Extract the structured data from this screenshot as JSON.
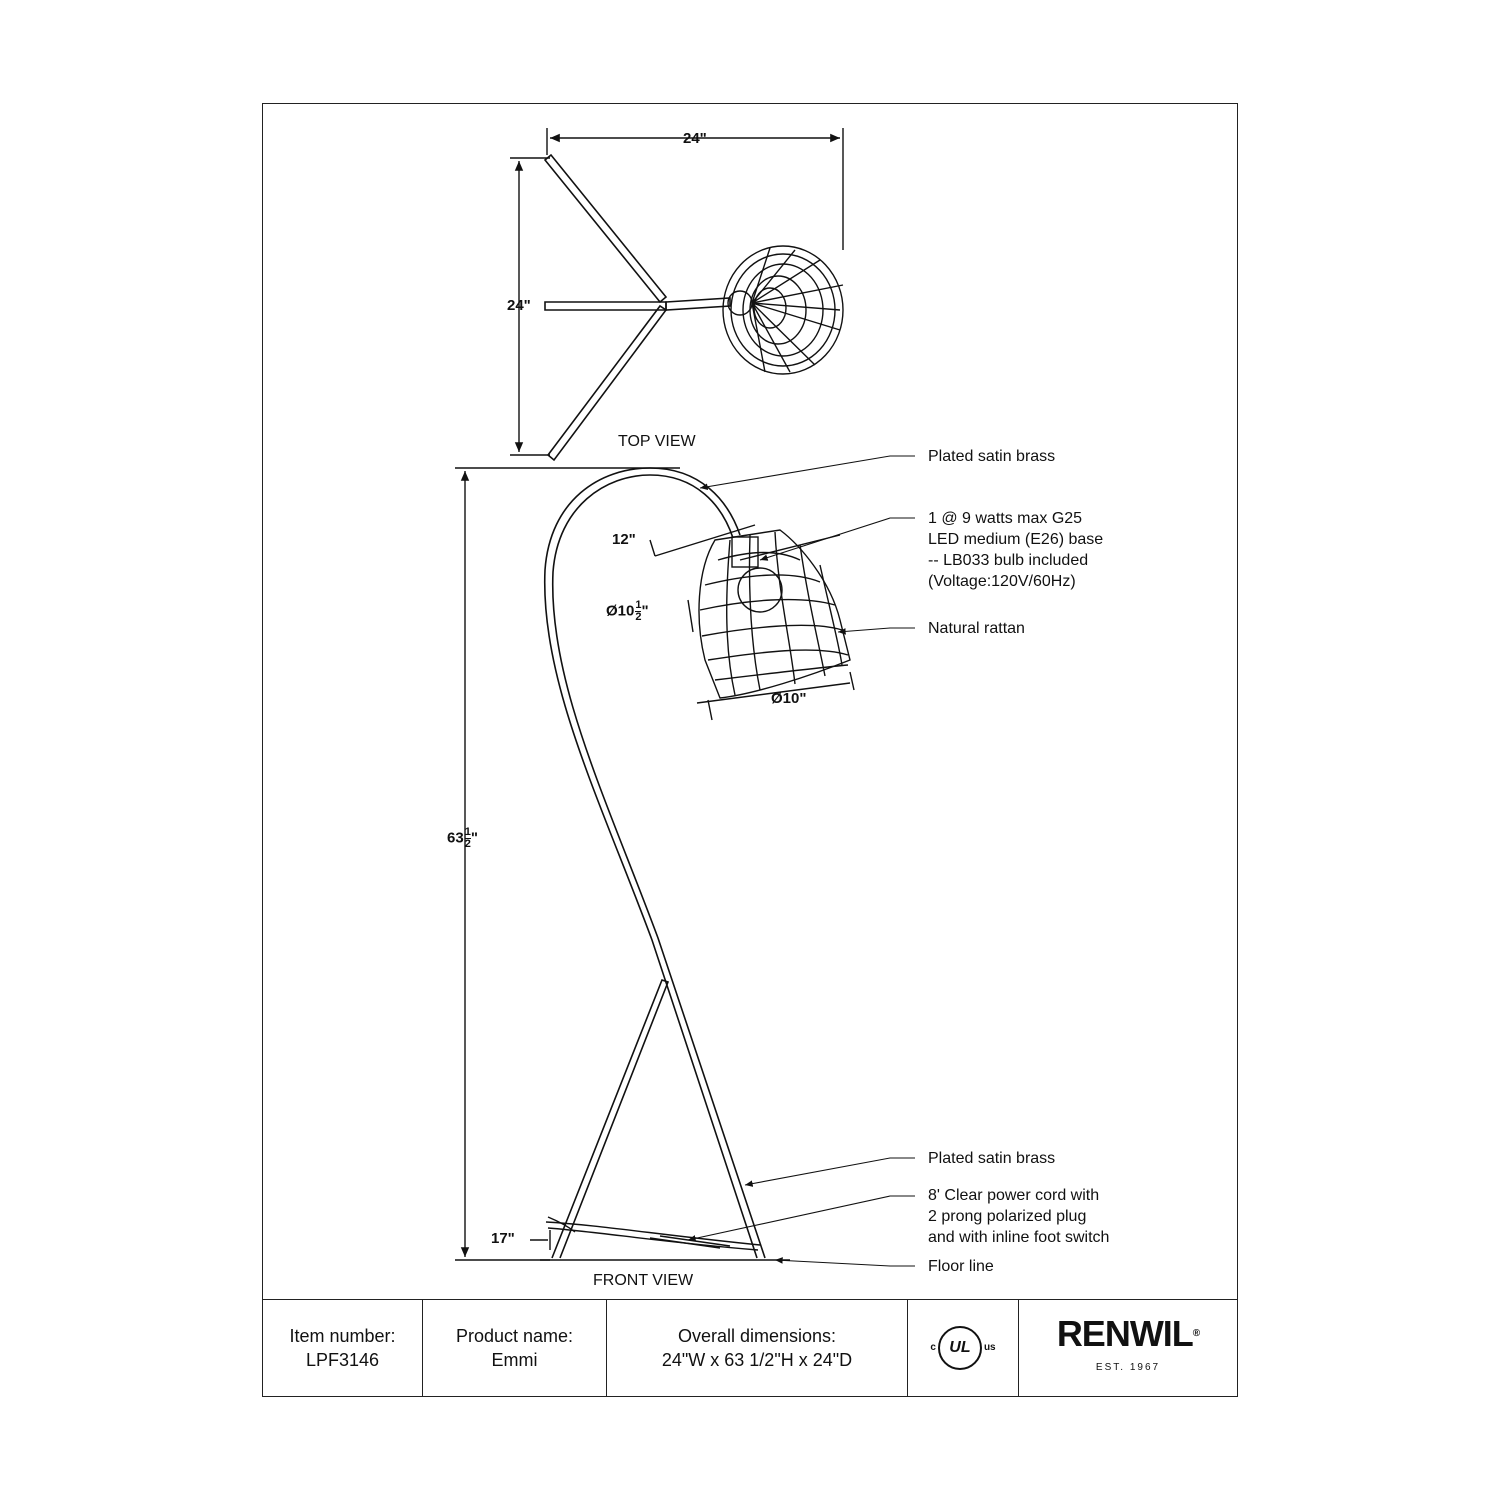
{
  "top_view": {
    "title": "TOP VIEW",
    "width_dim": "24\"",
    "depth_dim": "24\""
  },
  "front_view": {
    "title": "FRONT VIEW",
    "height_dim_whole": "63",
    "height_dim_num": "1",
    "height_dim_den": "2",
    "height_dim_unit": "\"",
    "arm_dim": "12\"",
    "shade_dia_top_whole": "Ø10",
    "shade_dia_top_num": "1",
    "shade_dia_top_den": "2",
    "shade_dia_top_unit": "\"",
    "shade_dia_bottom": "Ø10\"",
    "base_dim": "17\""
  },
  "callouts": {
    "arm_finish": "Plated satin brass",
    "bulb_line1": "1 @ 9 watts max G25",
    "bulb_line2": "LED medium (E26) base",
    "bulb_line3": "-- LB033 bulb included",
    "bulb_line4": "(Voltage:120V/60Hz)",
    "shade_material": "Natural rattan",
    "leg_finish": "Plated satin brass",
    "cord_line1": "8' Clear power cord with",
    "cord_line2": "2 prong polarized plug",
    "cord_line3": "and with inline foot switch",
    "floor": "Floor line"
  },
  "title_block": {
    "item_label": "Item number:",
    "item_value": "LPF3146",
    "product_label": "Product name:",
    "product_value": "Emmi",
    "dims_label": "Overall dimensions:",
    "dims_value": "24\"W x 63 1/2\"H x 24\"D",
    "cert_c": "c",
    "cert_ul": "UL",
    "cert_us": "us",
    "brand": "RENWIL",
    "brand_mark": "®",
    "brand_est": "EST. 1967"
  }
}
